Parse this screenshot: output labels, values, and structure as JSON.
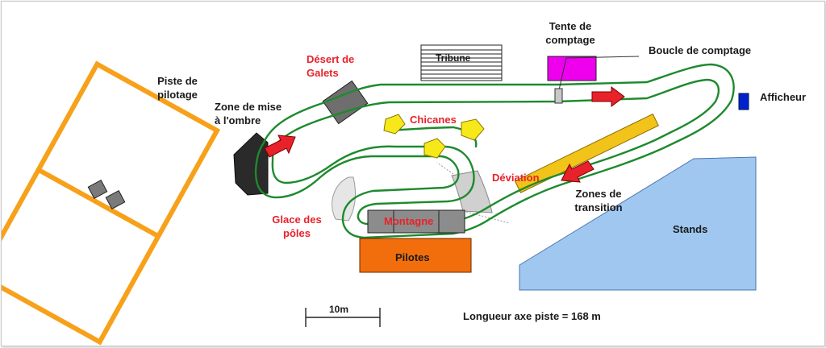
{
  "diagram": {
    "labels": {
      "piste_pilotage": "Piste de\npilotage",
      "zone_ombre": "Zone de mise\nà l'ombre",
      "desert_galets": "Désert de\nGalets",
      "tribune": "Tribune",
      "tente_comptage": "Tente de\ncomptage",
      "boucle_comptage": "Boucle de comptage",
      "afficheur": "Afficheur",
      "chicanes": "Chicanes",
      "deviation": "Déviation",
      "zones_transition": "Zones de\ntransition",
      "glace_poles": "Glace des\npôles",
      "montagne": "Montagne",
      "pilotes": "Pilotes",
      "stands": "Stands",
      "scale": "10m",
      "track_length": "Longueur axe piste = 168 m"
    },
    "colors": {
      "track": "#1e8a2e",
      "pilotage": "#f7a11a",
      "label_red": "#e8222a",
      "chicane": "#f7e81a",
      "tente": "#ee00ee",
      "pilotes": "#f26e0c",
      "stands": "#9fc7f0",
      "transition": "#f2c319",
      "arrow": "#e8222a",
      "afficheur": "#0022cc"
    }
  }
}
